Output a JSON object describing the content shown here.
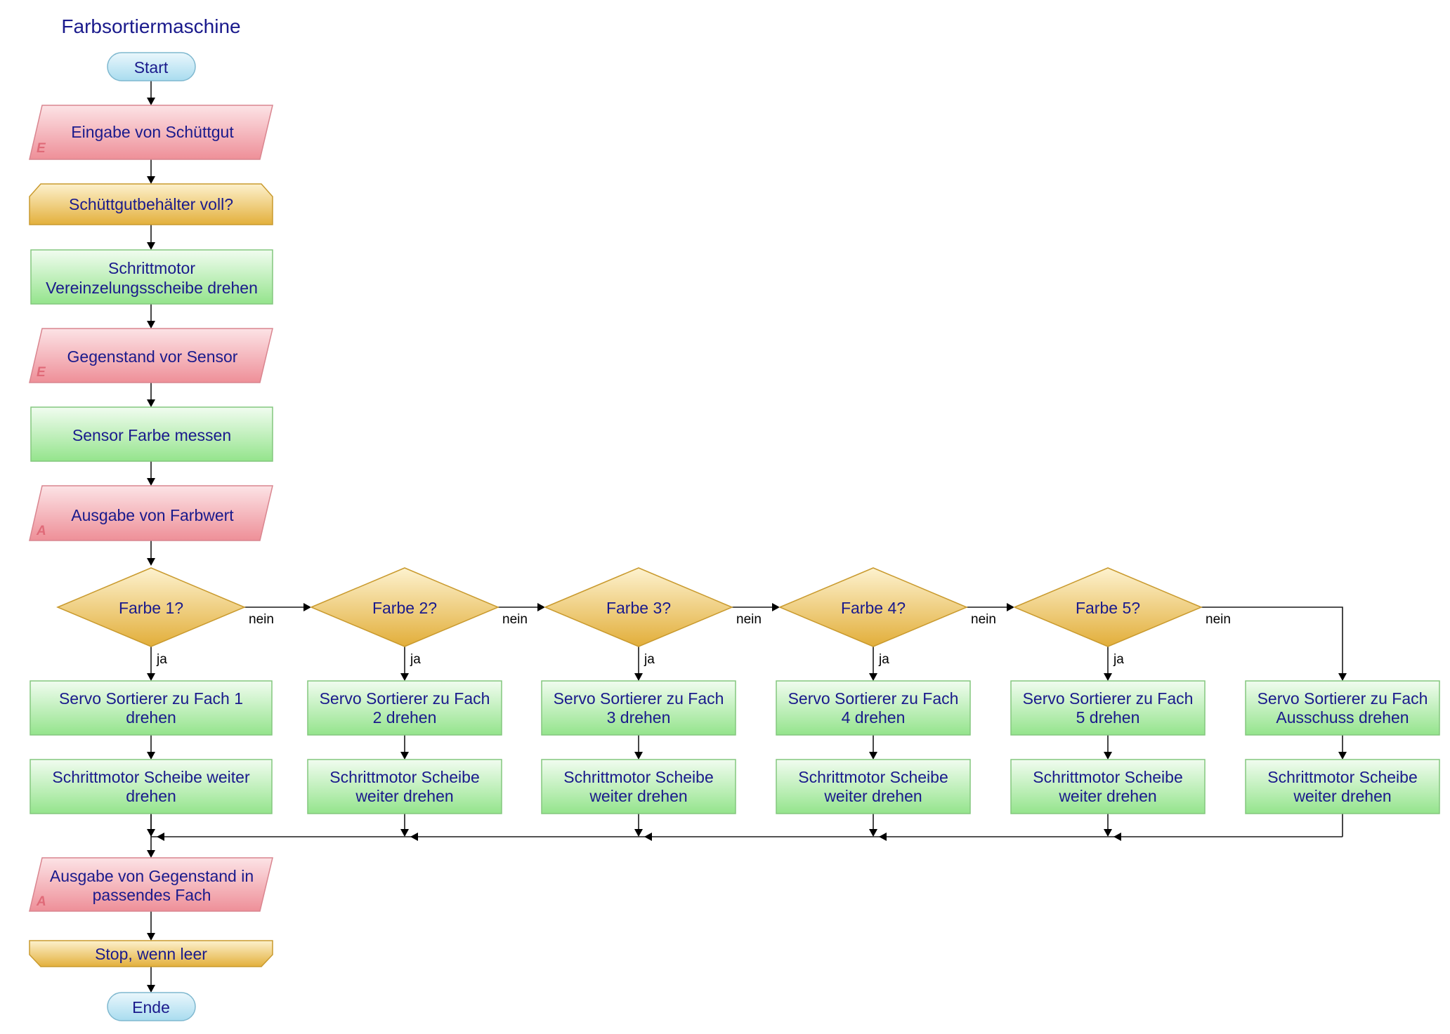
{
  "title": "Farbsortiermaschine",
  "nodes": {
    "start": "Start",
    "input_bulk": "Eingabe von Schüttgut",
    "check_full": "Schüttgutbehälter voll?",
    "singulate": [
      "Schrittmotor",
      "Vereinzelungsscheibe drehen"
    ],
    "object_at_sensor": "Gegenstand vor Sensor",
    "measure_color": "Sensor Farbe messen",
    "output_color": "Ausgabe von Farbwert",
    "output_object": [
      "Ausgabe von Gegenstand in",
      "passendes Fach"
    ],
    "stop": "Stop, wenn leer",
    "end": "Ende"
  },
  "io_tags": {
    "input": "E",
    "output": "A"
  },
  "edge_labels": {
    "yes": "ja",
    "no": "nein"
  },
  "branches": [
    {
      "decision": "Farbe 1?",
      "servo": [
        "Servo Sortierer zu Fach 1",
        "drehen"
      ],
      "stepper": [
        "Schrittmotor Scheibe weiter",
        "drehen"
      ]
    },
    {
      "decision": "Farbe 2?",
      "servo": [
        "Servo Sortierer zu Fach",
        "2 drehen"
      ],
      "stepper": [
        "Schrittmotor Scheibe",
        "weiter drehen"
      ]
    },
    {
      "decision": "Farbe 3?",
      "servo": [
        "Servo Sortierer zu Fach",
        "3 drehen"
      ],
      "stepper": [
        "Schrittmotor Scheibe",
        "weiter drehen"
      ]
    },
    {
      "decision": "Farbe 4?",
      "servo": [
        "Servo Sortierer zu Fach",
        "4 drehen"
      ],
      "stepper": [
        "Schrittmotor Scheibe",
        "weiter drehen"
      ]
    },
    {
      "decision": "Farbe 5?",
      "servo": [
        "Servo Sortierer zu Fach",
        "5 drehen"
      ],
      "stepper": [
        "Schrittmotor Scheibe",
        "weiter drehen"
      ]
    }
  ],
  "reject_branch": {
    "servo": [
      "Servo Sortierer zu Fach",
      "Ausschuss drehen"
    ],
    "stepper": [
      "Schrittmotor Scheibe",
      "weiter drehen"
    ]
  }
}
